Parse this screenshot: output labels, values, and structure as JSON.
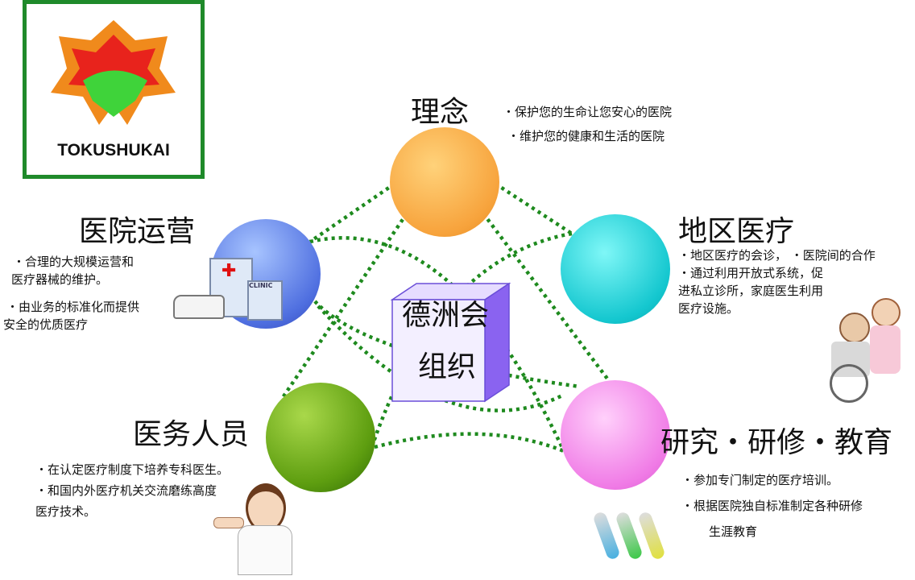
{
  "logo": {
    "text": "TOKUSHUKAI"
  },
  "center": {
    "line1": "德洲会",
    "line2": "组织"
  },
  "nodes": {
    "philosophy": {
      "title": "理念",
      "lines": [
        "・保护您的生命让您安心的医院",
        "・维护您的健康和生活的医院"
      ],
      "color": "#f7a33c"
    },
    "regional": {
      "title": "地区医疗",
      "lines": [
        "・地区医疗的会诊， ・医院间的合作",
        "・通过利用开放式系统，促",
        "进私立诊所，家庭医生利用",
        "医疗设施。"
      ],
      "color": "#14c7cf"
    },
    "research": {
      "title": "研究・研修・教育",
      "lines": [
        "・参加专门制定的医疗培训。",
        "・根据医院独自标准制定各种研修",
        "生涯教育"
      ],
      "color": "#f07be6"
    },
    "staff": {
      "title": "医务人员",
      "lines": [
        "・在认定医疗制度下培养专科医生。",
        "・和国内外医疗机关交流磨练高度",
        "医疗技术。"
      ],
      "color": "#5e9e10"
    },
    "management": {
      "title": "医院运营",
      "lines": [
        "・合理的大规模运营和",
        "医疗器械的维护。",
        "・由业务的标准化而提供",
        "安全的优质医疗"
      ],
      "color": "#4f6fe0"
    }
  },
  "illustration": {
    "clinic_sign": "CLINIC"
  }
}
